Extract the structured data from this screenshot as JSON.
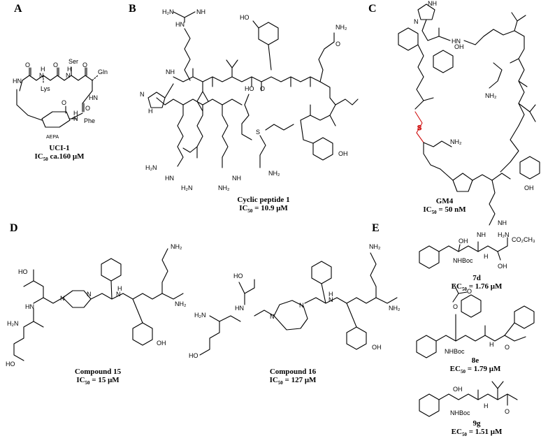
{
  "panels": {
    "A": {
      "letter": "A",
      "name": "UCI-1",
      "activity_label": "IC",
      "sub": "50",
      "activity_value": " ca.160 μM",
      "labels": {
        "ser": "Ser",
        "gln": "Gln",
        "lys": "Lys",
        "phe": "Phe",
        "aepa": "AEPA"
      }
    },
    "B": {
      "letter": "B",
      "name": "Cyclic peptide 1",
      "activity_label": "IC",
      "sub": "50",
      "activity_value": " = 10.9 μM"
    },
    "C": {
      "letter": "C",
      "name": "GM4",
      "activity_label": "IC",
      "sub": "50",
      "activity_value": " = 50 nM"
    },
    "D": {
      "letter": "D",
      "c15": {
        "name": "Compound 15",
        "activity_label": "IC",
        "sub": "50",
        "activity_value": " = 15 μM"
      },
      "c16": {
        "name": "Compound 16",
        "activity_label": "IC",
        "sub": "50",
        "activity_value": " = 127 μM"
      }
    },
    "E": {
      "letter": "E",
      "c7d": {
        "name": "7d",
        "activity_label": "EC",
        "sub": "50",
        "activity_value": " = 1.76 μM"
      },
      "c8e": {
        "name": "8e",
        "activity_label": "EC",
        "sub": "50",
        "activity_value": " = 1.79 μM"
      },
      "c9g": {
        "name": "9g",
        "activity_label": "EC",
        "sub": "50",
        "activity_value": " = 1.51 μM"
      }
    }
  },
  "atoms": {
    "HN": "HN",
    "NH": "NH",
    "N": "N",
    "O": "O",
    "H": "H",
    "S": "S",
    "OH": "OH",
    "HO": "HO",
    "NH2": "NH₂",
    "H2N": "H₂N",
    "HOOC": "HO",
    "NHBoc": "NHBoc",
    "CO2CH3": "CO₂CH₃"
  }
}
